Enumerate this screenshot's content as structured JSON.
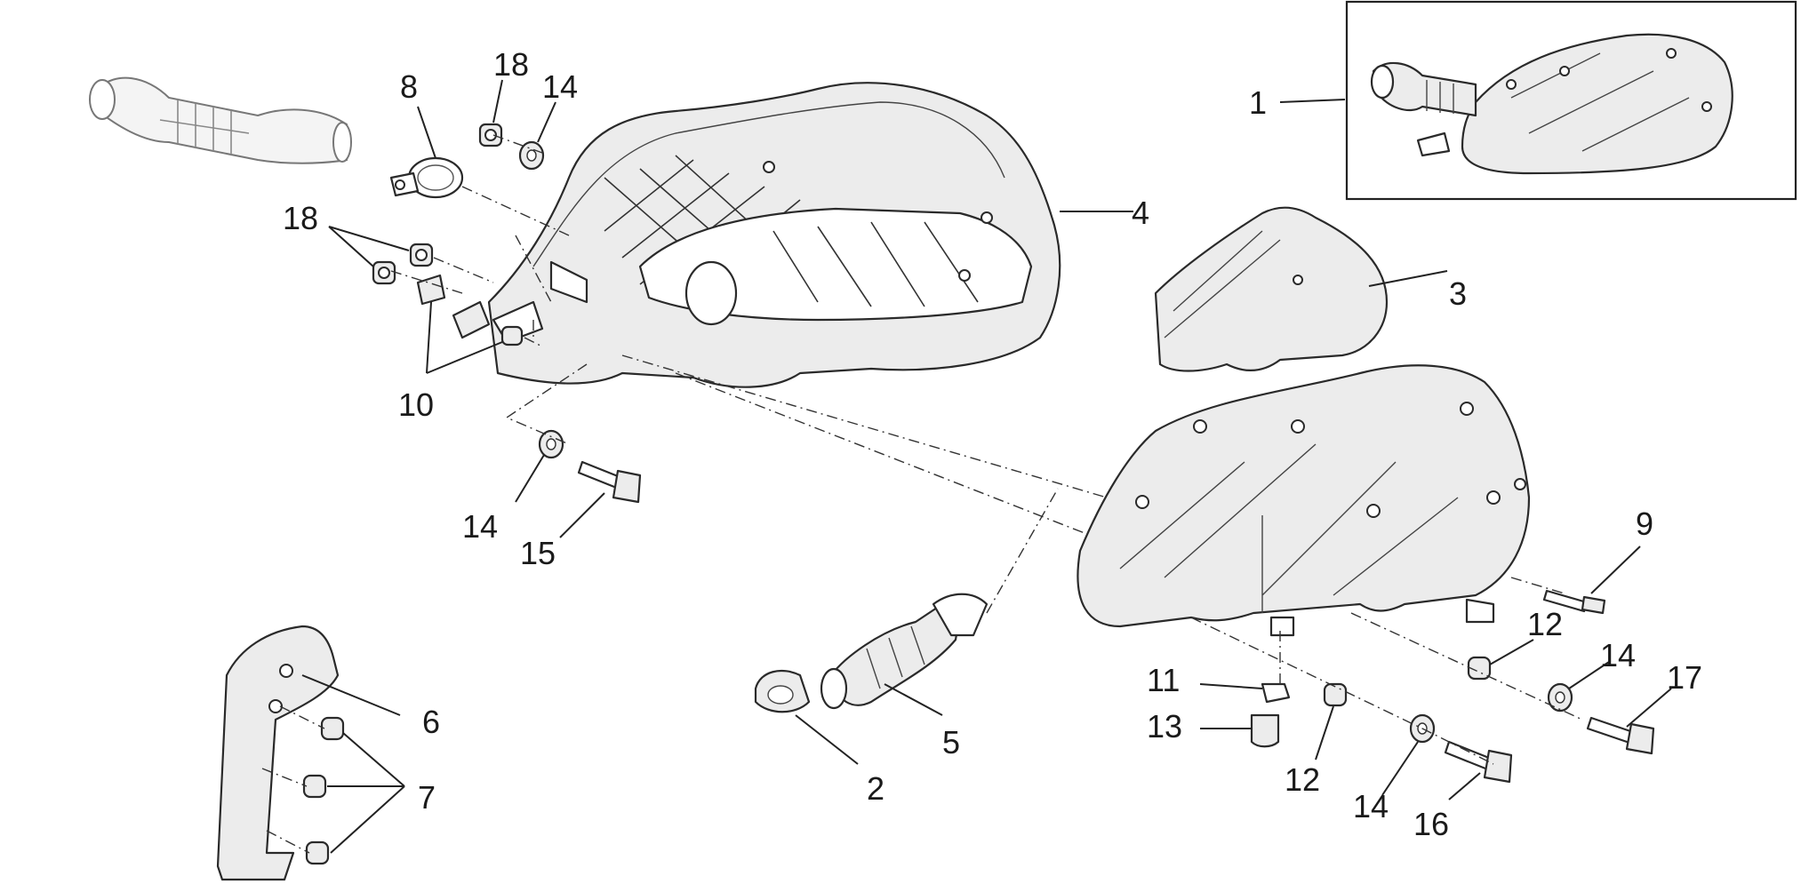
{
  "labels": {
    "p1": "1",
    "p2": "2",
    "p3": "3",
    "p4": "4",
    "p5": "5",
    "p6": "6",
    "p7": "7",
    "p8": "8",
    "p9": "9",
    "p10": "10",
    "p11": "11",
    "p12a": "12",
    "p12b": "12",
    "p13": "13",
    "p14a": "14",
    "p14b": "14",
    "p14c": "14",
    "p14d": "14",
    "p15": "15",
    "p16": "16",
    "p17": "17",
    "p18a": "18",
    "p18b": "18"
  }
}
